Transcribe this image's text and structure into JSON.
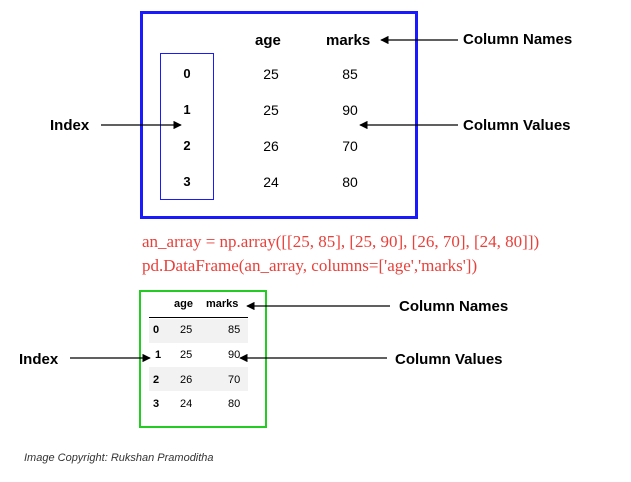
{
  "top_table": {
    "columns": [
      "age",
      "marks"
    ],
    "index": [
      "0",
      "1",
      "2",
      "3"
    ],
    "rows": [
      [
        "25",
        "85"
      ],
      [
        "25",
        "90"
      ],
      [
        "26",
        "70"
      ],
      [
        "24",
        "80"
      ]
    ]
  },
  "labels": {
    "column_names": "Column Names",
    "column_values": "Column Values",
    "index": "Index"
  },
  "code": {
    "line1": "an_array = np.array([[25, 85], [25, 90], [26, 70], [24, 80]])",
    "line2": "pd.DataFrame(an_array, columns=['age','marks'])"
  },
  "bottom_table": {
    "columns": [
      "age",
      "marks"
    ],
    "index": [
      "0",
      "1",
      "2",
      "3"
    ],
    "rows": [
      [
        "25",
        "85"
      ],
      [
        "25",
        "90"
      ],
      [
        "26",
        "70"
      ],
      [
        "24",
        "80"
      ]
    ]
  },
  "credit": "Image Copyright: Rukshan Pramoditha",
  "colors": {
    "top_border": "#1a1aff",
    "bottom_border": "#22cc22",
    "code": "#e8403a"
  }
}
